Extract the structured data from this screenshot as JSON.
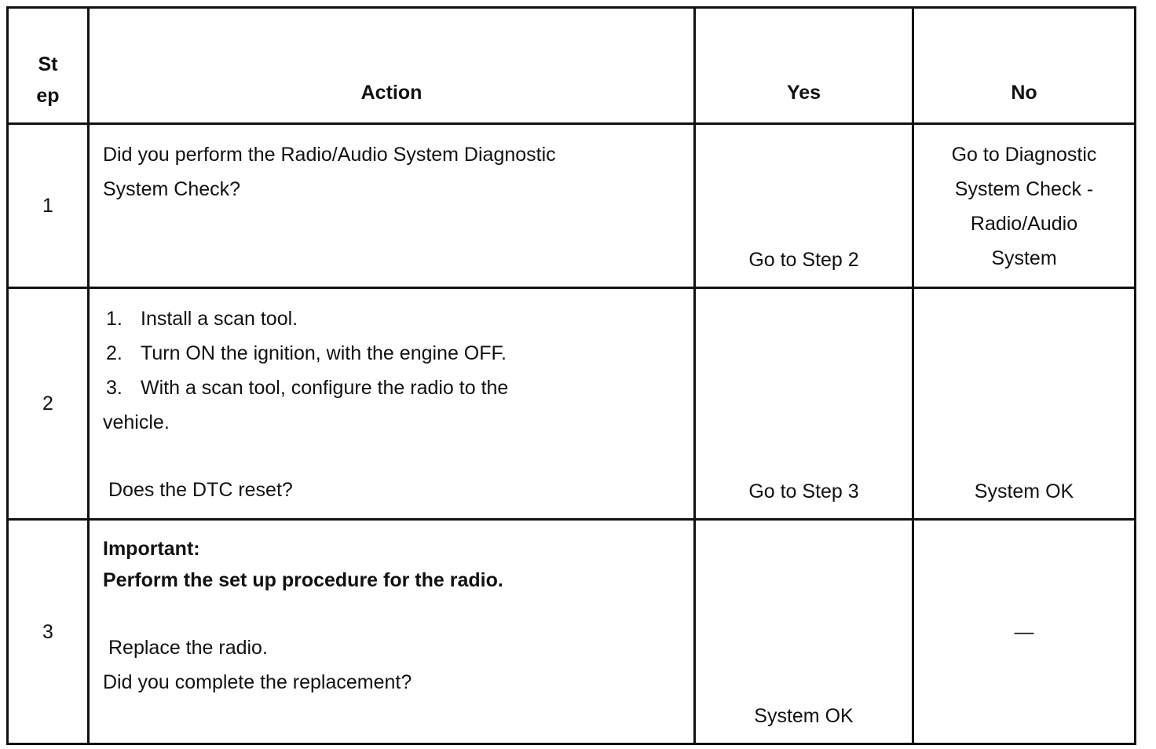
{
  "headers": {
    "step": [
      "St",
      "ep"
    ],
    "action": "Action",
    "yes": "Yes",
    "no": "No"
  },
  "rows": [
    {
      "step": "1",
      "action_lines": [
        "Did you perform the Radio/Audio System Diagnostic",
        "System Check?"
      ],
      "yes": "Go to Step 2",
      "no_lines": [
        "Go to Diagnostic",
        "System Check -",
        "Radio/Audio",
        "System"
      ]
    },
    {
      "step": "2",
      "action_items": [
        {
          "num": "1.",
          "text": "Install a scan tool."
        },
        {
          "num": "2.",
          "text": "Turn ON the ignition, with the engine OFF."
        },
        {
          "num": "3.",
          "text": "With a scan tool, configure the radio to the"
        }
      ],
      "action_wrap": "vehicle.",
      "question": "Does the DTC reset?",
      "yes": "Go to Step 3",
      "no": "System OK"
    },
    {
      "step": "3",
      "important_label": "Important:",
      "important_text": "Perform the set up procedure for the radio.",
      "action_text": "Replace the radio.",
      "question": "Did you complete the replacement?",
      "yes": "System OK",
      "no": "—"
    }
  ]
}
